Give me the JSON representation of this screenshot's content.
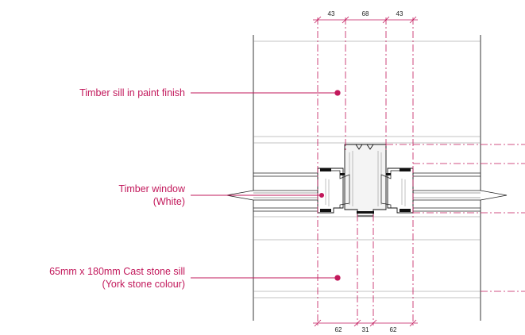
{
  "accent_color": "#c2185b",
  "line_color": "#1f1f1f",
  "labels": {
    "sill_paint": "Timber sill in paint finish",
    "window_line1": "Timber window",
    "window_line2": "(White)",
    "stone_line1": "65mm x 180mm Cast stone sill",
    "stone_line2": "(York stone colour)"
  },
  "dimensions": {
    "top": [
      "43",
      "68",
      "43"
    ],
    "bottom": [
      "62",
      "31",
      "62"
    ]
  }
}
